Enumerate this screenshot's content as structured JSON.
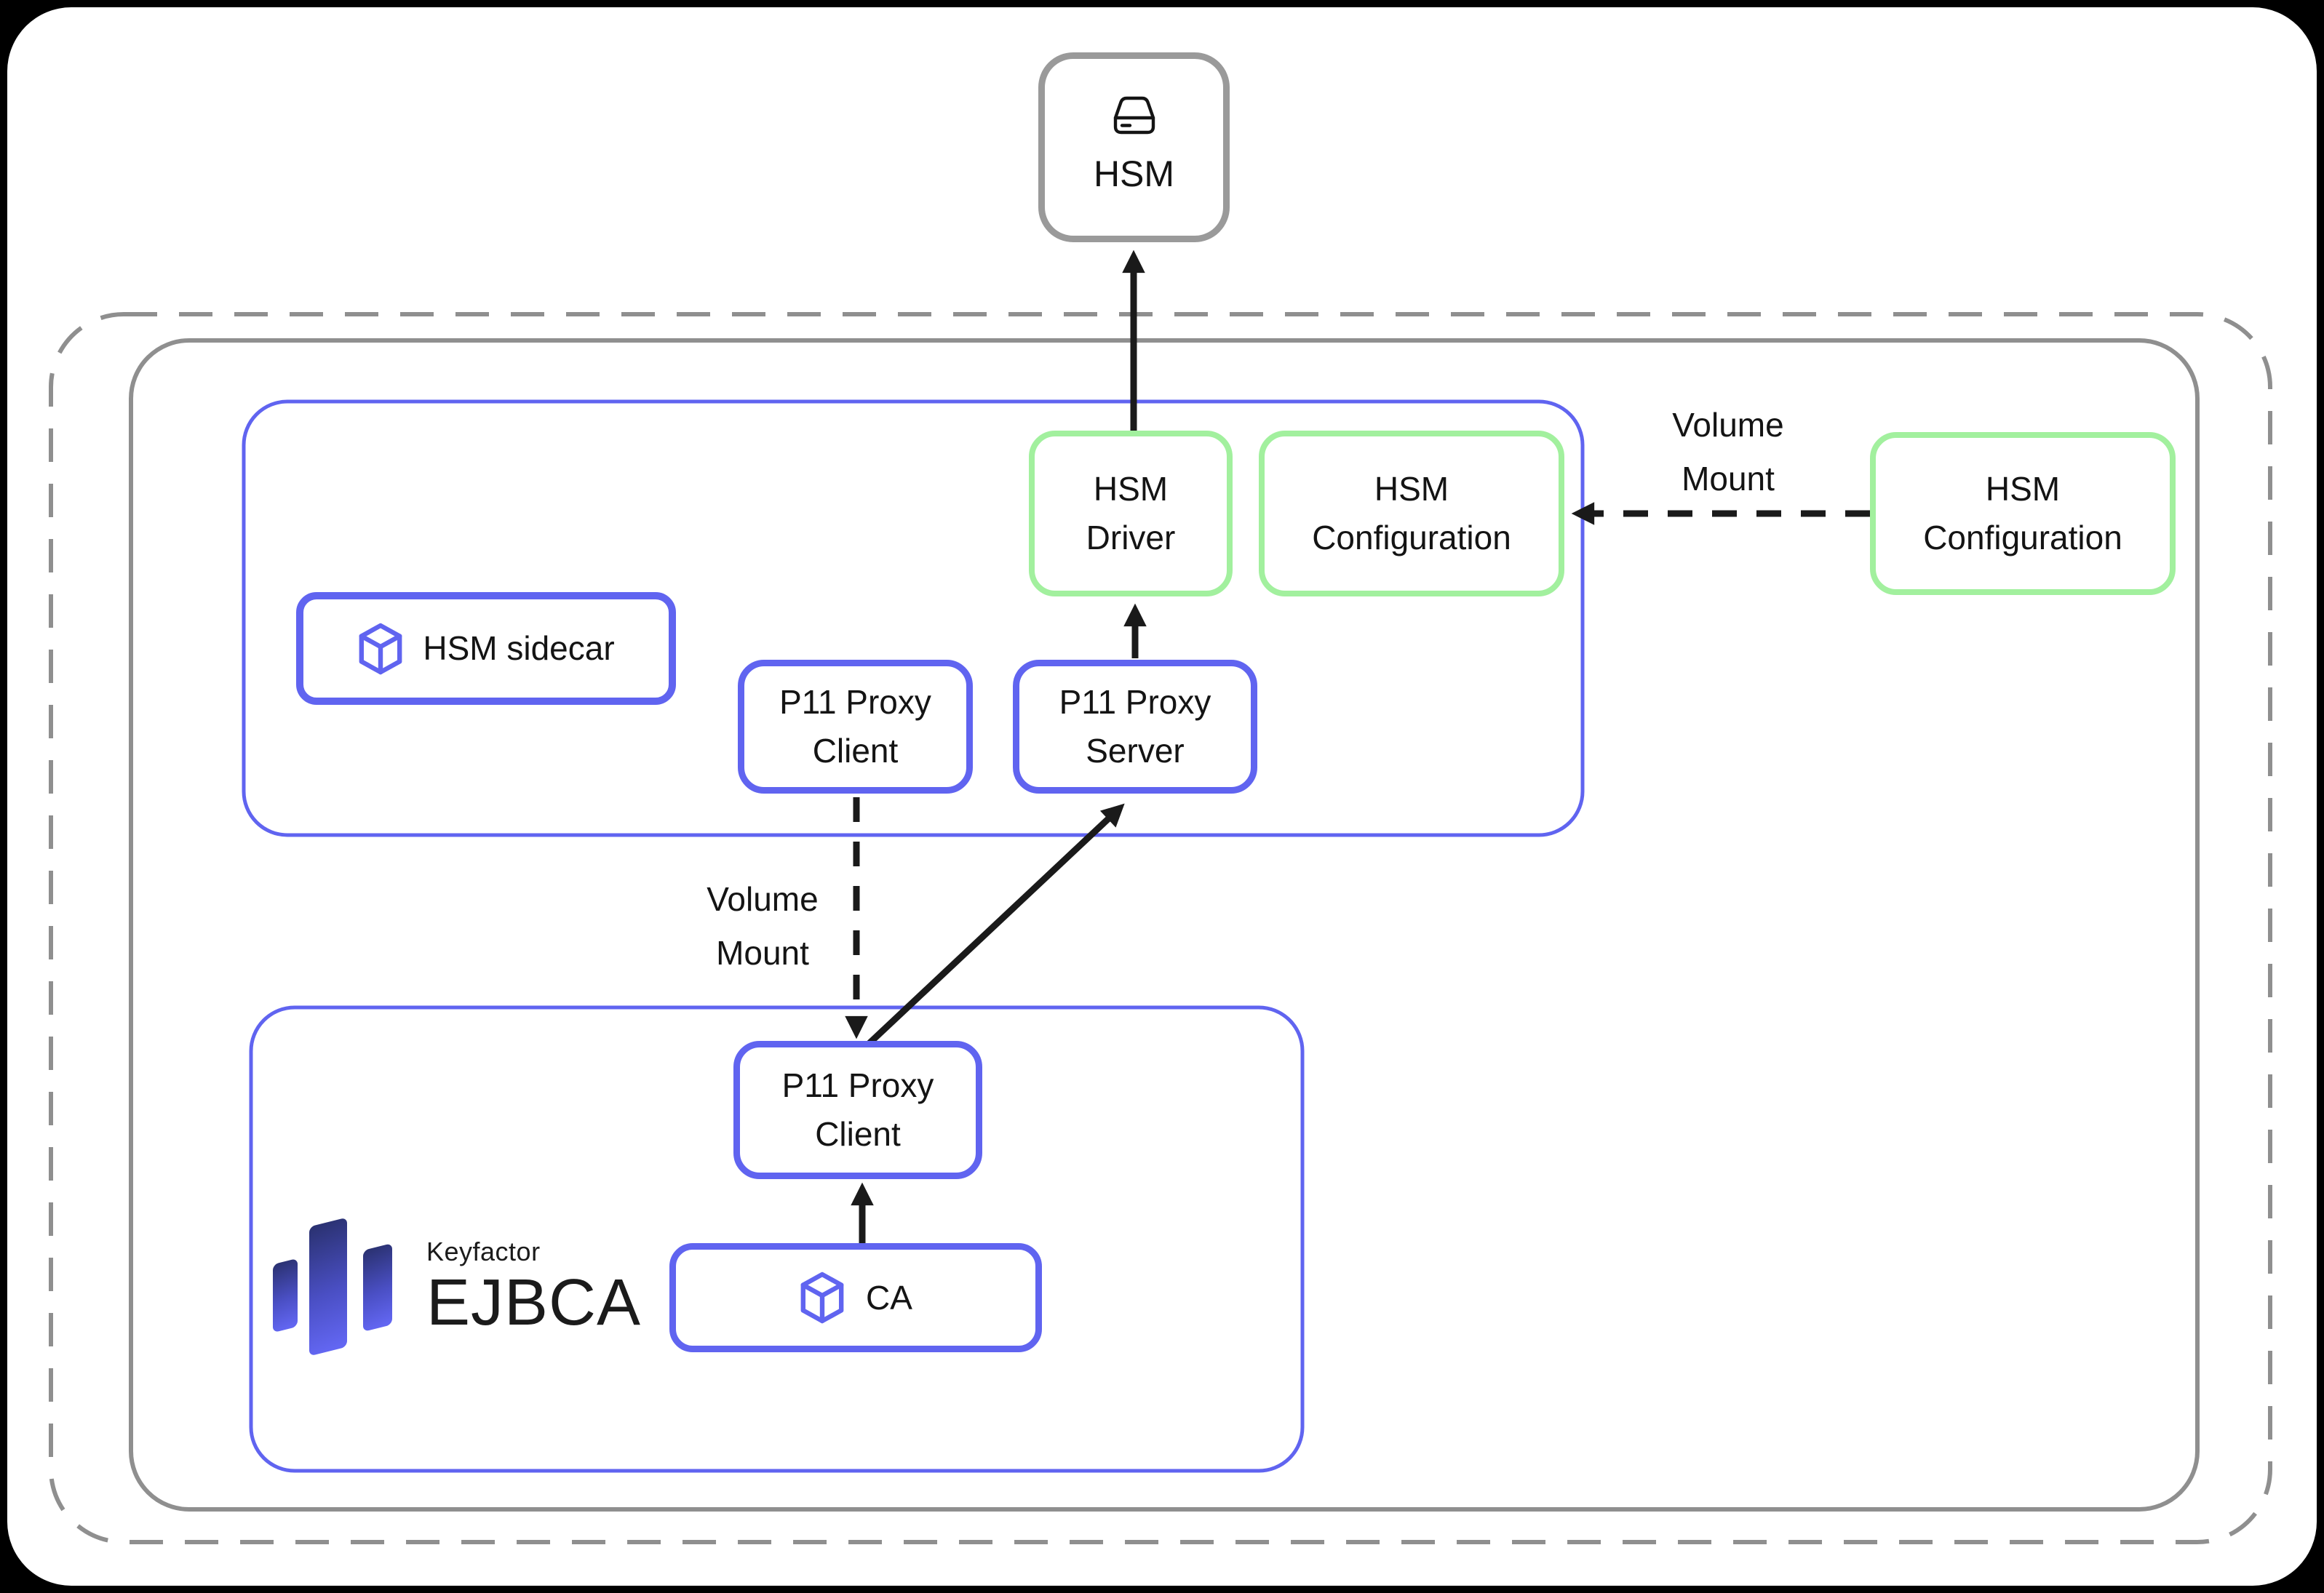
{
  "hsm_node": {
    "label": "HSM"
  },
  "sidecar_pod": {
    "sidecar_label": "HSM sidecar",
    "p11_proxy_client": "P11 Proxy\nClient",
    "p11_proxy_server": "P11 Proxy\nServer",
    "hsm_driver": "HSM\nDriver",
    "hsm_configuration": "HSM\nConfiguration"
  },
  "external": {
    "hsm_configuration": "HSM\nConfiguration"
  },
  "ejbca_pod": {
    "p11_proxy_client": "P11 Proxy\nClient",
    "ca_label": "CA",
    "logo_brand": "Keyfactor",
    "logo_product": "EJBCA"
  },
  "edge_labels": {
    "volume_mount_top": "Volume\nMount",
    "volume_mount_bottom": "Volume\nMount"
  },
  "icons": {
    "hsm": "drive-icon",
    "sidecar": "cube-icon",
    "ca": "cube-icon"
  },
  "colors": {
    "accent_blue": "#6064F0",
    "accent_green": "#A2F09E",
    "node_gray": "#9A9A9A",
    "boundary_gray": "#8F8F8F",
    "arrow_black": "#1A1A1A",
    "logo_gradient_top": "#2A3170",
    "logo_gradient_bottom": "#6468F5"
  }
}
